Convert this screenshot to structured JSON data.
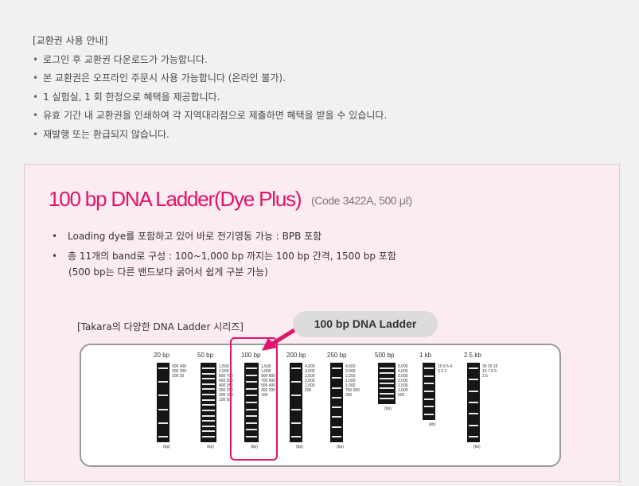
{
  "notice": {
    "heading": "[교환권 사용 안내]",
    "items": [
      "로그인 후 교환권 다운로드가 가능합니다.",
      "본 교환권은 오프라인 주문시 사용 가능합니다 (온라인 불가).",
      "1 실험실, 1 회 한정으로 혜택을 제공합니다.",
      "유효 기간 내 교환권을 인쇄하여 각 지역대리점으로 제출하면 혜택을 받을 수 있습니다.",
      "재발행 또는 환급되지 않습니다."
    ]
  },
  "product": {
    "title": "100 bp DNA Ladder(Dye Plus)",
    "code": "(Code 3422A, 500 μℓ)",
    "bullets": [
      "Loading dye를 포함하고 있어 바로 전기영동 가능 : BPB 포함",
      "총 11개의 band로 구성 : 100~1,000 bp 까지는 100 bp 간격, 1500 bp 포함"
    ],
    "bullet2_sub": "(500 bp는 다른 밴드보다 굵어서 쉽게 구분 가능)"
  },
  "ladder_section": {
    "label": "[Takara의 다양한 DNA Ladder 시리즈]",
    "highlight_pill": "100 bp DNA Ladder",
    "lanes": [
      {
        "name": "20 bp",
        "sizes": [
          "500",
          "400",
          "300",
          "200",
          "100",
          "20"
        ],
        "unit": "(bp)"
      },
      {
        "name": "50 bp",
        "sizes": [
          "1,500",
          "1,000",
          "800",
          "700",
          "600",
          "500",
          "400",
          "350",
          "300",
          "250",
          "200",
          "150",
          "100",
          "50"
        ],
        "unit": "(bp)"
      },
      {
        "name": "100 bp",
        "sizes": [
          "1,500",
          "1,000",
          "900",
          "800",
          "700",
          "600",
          "500",
          "400",
          "300",
          "200",
          "100"
        ],
        "unit": "(bp)"
      },
      {
        "name": "200 bp",
        "sizes": [
          "4,000",
          "3,000",
          "2,500",
          "2,000",
          "1,000",
          "200"
        ],
        "unit": "(bp)"
      },
      {
        "name": "250 bp",
        "sizes": [
          "4,500",
          "3,000",
          "2,250",
          "1,500",
          "1,000",
          "750",
          "500",
          "250"
        ],
        "unit": "(bp)"
      },
      {
        "name": "500 bp",
        "sizes": [
          "5,000",
          "4,000",
          "3,000",
          "2,000",
          "1,500",
          "1,000",
          "500"
        ],
        "unit": "(bp)"
      },
      {
        "name": "1 kb",
        "sizes": [
          "10",
          "6",
          "5",
          "4",
          "3",
          "2",
          "1"
        ],
        "unit": "(kb)"
      },
      {
        "name": "2.5 kb",
        "sizes": [
          "30",
          "20",
          "15",
          "10",
          "7.5",
          "5",
          "2.5"
        ],
        "unit": "(kb)"
      }
    ]
  },
  "colors": {
    "accent": "#e3126a",
    "panel_bg": "#fbecf1",
    "page_bg": "#f1f1f1"
  }
}
